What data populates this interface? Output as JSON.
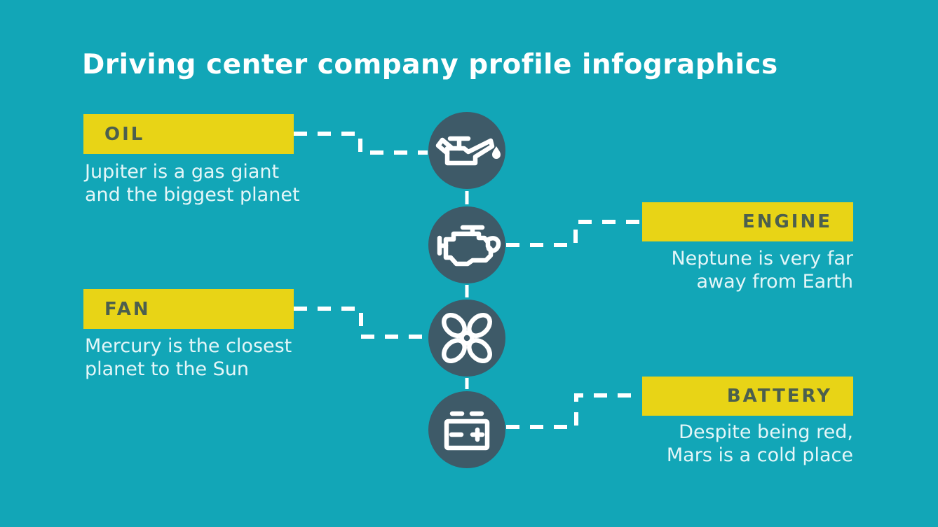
{
  "title": "Driving center company profile infographics",
  "colors": {
    "background": "#12a6b7",
    "panel_yellow": "#e8d416",
    "circle_slate": "#3e5a68",
    "label_text": "#4c5f4e",
    "body_text": "#e4f6f8",
    "connector": "#ffffff"
  },
  "items": [
    {
      "id": "oil",
      "label": "OIL",
      "icon": "oil-can-icon",
      "side": "left",
      "description_lines": [
        "Jupiter is a gas giant",
        "and the biggest planet"
      ]
    },
    {
      "id": "engine",
      "label": "ENGINE",
      "icon": "engine-icon",
      "side": "right",
      "description_lines": [
        "Neptune is very far",
        "away from Earth"
      ]
    },
    {
      "id": "fan",
      "label": "FAN",
      "icon": "fan-icon",
      "side": "left",
      "description_lines": [
        "Mercury is the closest",
        "planet to the Sun"
      ]
    },
    {
      "id": "battery",
      "label": "BATTERY",
      "icon": "battery-icon",
      "side": "right",
      "description_lines": [
        "Despite being red,",
        "Mars is a cold place"
      ]
    }
  ]
}
